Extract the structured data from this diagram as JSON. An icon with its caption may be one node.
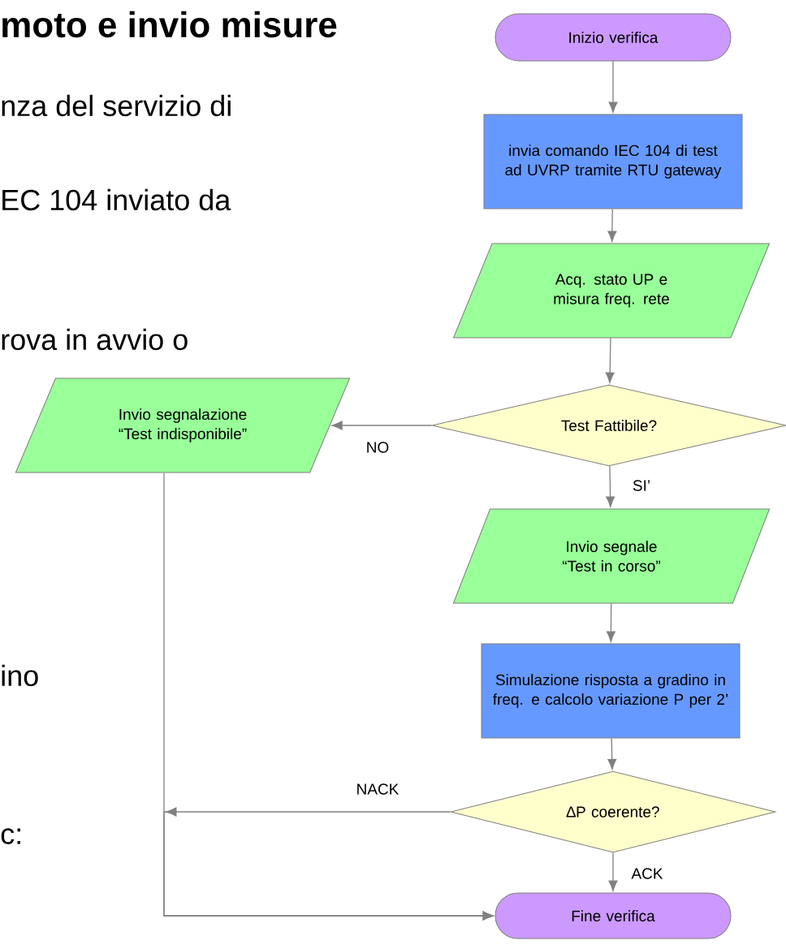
{
  "diagram": {
    "title": "moto e invio misure",
    "nodes": [
      {
        "text": [
          "Inizio verifica"
        ]
      },
      {
        "text": [
          "invia comando IEC 104 di test ad UVRP tramite RTU gateway"
        ]
      },
      {
        "text": [
          "Acq. stato UP e misura freq. rete"
        ]
      },
      {
        "text": [
          "Test Fattibile?"
        ]
      },
      {
        "text": [
          "Invio segnalazione “Test indisponibile”"
        ]
      },
      {
        "text": [
          "Invio segnale “Test in corso”"
        ]
      },
      {
        "text": [
          "Simulazione risposta a gradino in freq. e calcolo variazione P per 2’"
        ]
      },
      {
        "text": [
          "∆P coerente?"
        ]
      },
      {
        "text": [
          "Fine verifica"
        ]
      }
    ],
    "edges": [
      {
        "from": 0,
        "to": 1,
        "arrow": "to"
      },
      {
        "from": 1,
        "to": 2,
        "arrow": "to"
      },
      {
        "from": 2,
        "to": 3,
        "arrow": "to"
      },
      {
        "from": 3,
        "to": 4,
        "arrow": "to",
        "label": "NO"
      },
      {
        "from": 3,
        "to": 5,
        "arrow": "to",
        "label": "SI’"
      },
      {
        "from": 5,
        "to": 6,
        "arrow": "to"
      },
      {
        "from": 6,
        "to": 7,
        "arrow": "to"
      },
      {
        "from": 7,
        "to": 8,
        "arrow": "to",
        "label": "ACK"
      },
      {
        "from": 7,
        "to": 8,
        "arrow": "to",
        "label": "NACK"
      },
      {
        "from": 4,
        "to": 8,
        "arrow": "to"
      }
    ],
    "labels": [
      "nza del servizio di",
      "EC 104 inviato da",
      "rova in avvio o",
      "ino",
      "c:"
    ]
  }
}
